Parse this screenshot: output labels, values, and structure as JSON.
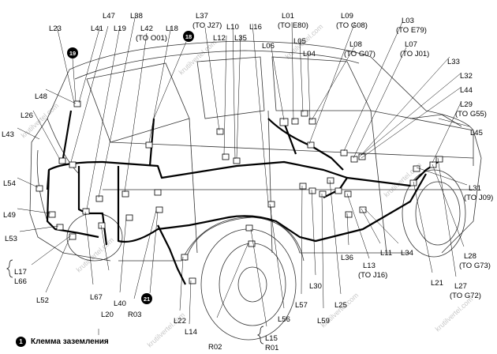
{
  "legend": {
    "marker": "1",
    "text": "Клемма заземления"
  },
  "watermarks": [
    "krutilvertel.com",
    "krutilvertel.com",
    "krutilvertel.com",
    "krutilvertel.com",
    "krutilvertel.com",
    "krutilvertel.com",
    "krutilvertel.com",
    "krutilvertel.com"
  ],
  "ground_points": [
    "19",
    "18",
    "21"
  ],
  "labels": [
    {
      "id": "L23",
      "text": "L23"
    },
    {
      "id": "L41",
      "text": "L41"
    },
    {
      "id": "L47",
      "text": "L47"
    },
    {
      "id": "L19",
      "text": "L19"
    },
    {
      "id": "L38",
      "text": "L38"
    },
    {
      "id": "L42",
      "text": "L42"
    },
    {
      "id": "L42b",
      "text": "(TO O01)"
    },
    {
      "id": "L18",
      "text": "L18"
    },
    {
      "id": "L37",
      "text": "L37"
    },
    {
      "id": "L37b",
      "text": "(TO J27)"
    },
    {
      "id": "L12",
      "text": "L12"
    },
    {
      "id": "L10",
      "text": "L10"
    },
    {
      "id": "L35",
      "text": "L35"
    },
    {
      "id": "L16",
      "text": "L16"
    },
    {
      "id": "L06",
      "text": "L06"
    },
    {
      "id": "L01",
      "text": "L01"
    },
    {
      "id": "L01b",
      "text": "(TO E80)"
    },
    {
      "id": "L05",
      "text": "L05"
    },
    {
      "id": "L04",
      "text": "L04"
    },
    {
      "id": "L09",
      "text": "L09"
    },
    {
      "id": "L09b",
      "text": "(TO G08)"
    },
    {
      "id": "L08",
      "text": "L08"
    },
    {
      "id": "L08b",
      "text": "(TO G07)"
    },
    {
      "id": "L03",
      "text": "L03"
    },
    {
      "id": "L03b",
      "text": "(TO E79)"
    },
    {
      "id": "L07",
      "text": "L07"
    },
    {
      "id": "L07b",
      "text": "(TO J01)"
    },
    {
      "id": "L33",
      "text": "L33"
    },
    {
      "id": "L32",
      "text": "L32"
    },
    {
      "id": "L44",
      "text": "L44"
    },
    {
      "id": "L29",
      "text": "L29"
    },
    {
      "id": "L29b",
      "text": "(TO G55)"
    },
    {
      "id": "L45",
      "text": "L45"
    },
    {
      "id": "L48",
      "text": "L48"
    },
    {
      "id": "L26",
      "text": "L26"
    },
    {
      "id": "L43",
      "text": "L43"
    },
    {
      "id": "L54",
      "text": "L54"
    },
    {
      "id": "L49",
      "text": "L49"
    },
    {
      "id": "L53",
      "text": "L53"
    },
    {
      "id": "L17",
      "text": "L17"
    },
    {
      "id": "L66",
      "text": "L66"
    },
    {
      "id": "L52",
      "text": "L52"
    },
    {
      "id": "L67",
      "text": "L67"
    },
    {
      "id": "L20",
      "text": "L20"
    },
    {
      "id": "L40",
      "text": "L40"
    },
    {
      "id": "R03",
      "text": "R03"
    },
    {
      "id": "L22",
      "text": "L22"
    },
    {
      "id": "L14",
      "text": "L14"
    },
    {
      "id": "R02",
      "text": "R02"
    },
    {
      "id": "L15",
      "text": "L15"
    },
    {
      "id": "R01",
      "text": "R01"
    },
    {
      "id": "L56",
      "text": "L56"
    },
    {
      "id": "L57",
      "text": "L57"
    },
    {
      "id": "L30",
      "text": "L30"
    },
    {
      "id": "L59",
      "text": "L59"
    },
    {
      "id": "L36",
      "text": "L36"
    },
    {
      "id": "L25",
      "text": "L25"
    },
    {
      "id": "L13",
      "text": "L13"
    },
    {
      "id": "L13b",
      "text": "(TO J16)"
    },
    {
      "id": "L11",
      "text": "L11"
    },
    {
      "id": "L34",
      "text": "L34"
    },
    {
      "id": "L21",
      "text": "L21"
    },
    {
      "id": "L31",
      "text": "L31"
    },
    {
      "id": "L31b",
      "text": "(TO J09)"
    },
    {
      "id": "L28",
      "text": "L28"
    },
    {
      "id": "L28b",
      "text": "(TO G73)"
    },
    {
      "id": "L27",
      "text": "L27"
    },
    {
      "id": "L27b",
      "text": "(TO G72)"
    }
  ]
}
